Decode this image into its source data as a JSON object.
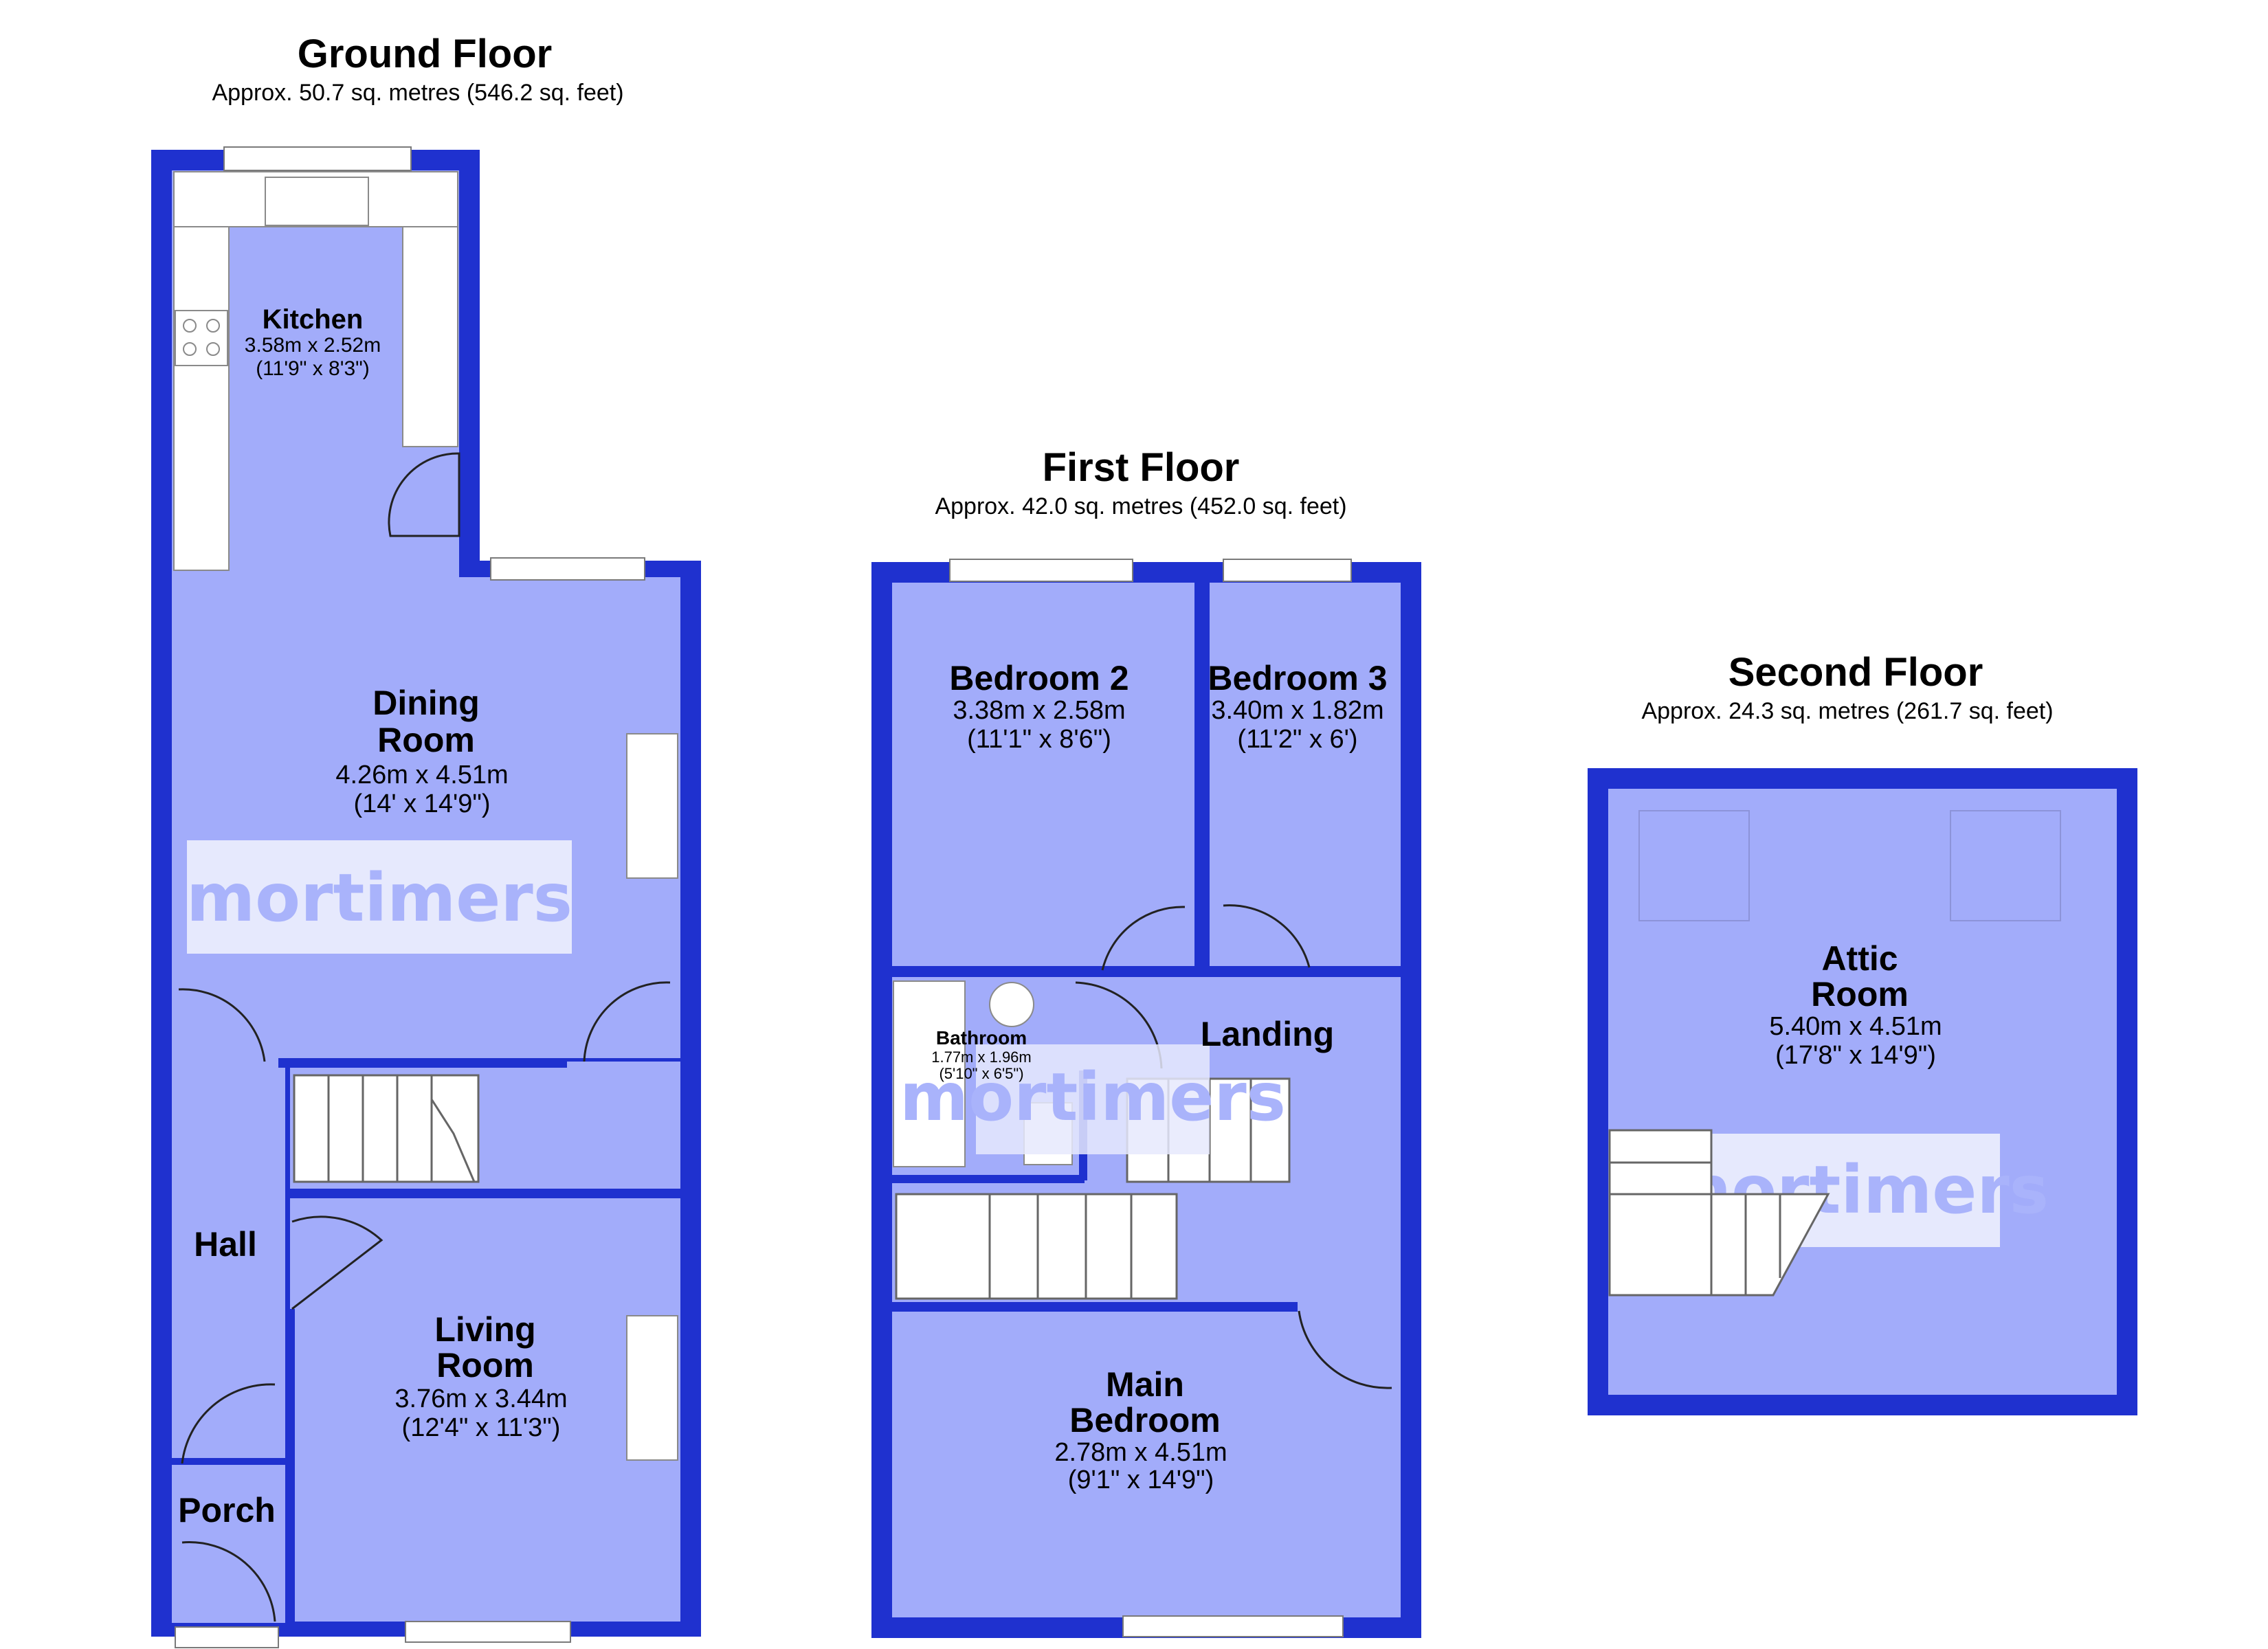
{
  "floors": {
    "ground": {
      "title": "Ground Floor",
      "area": "Approx. 50.7 sq. metres (546.2 sq. feet)",
      "rooms": {
        "kitchen": {
          "name": "Kitchen",
          "metric": "3.58m x 2.52m",
          "imperial": "(11'9\" x 8'3\")"
        },
        "dining": {
          "name_line1": "Dining",
          "name_line2": "Room",
          "metric": "4.26m x 4.51m",
          "imperial": "(14' x 14'9\")"
        },
        "hall": {
          "name": "Hall"
        },
        "living": {
          "name_line1": "Living",
          "name_line2": "Room",
          "metric": "3.76m x 3.44m",
          "imperial": "(12'4\" x 11'3\")"
        },
        "porch": {
          "name": "Porch"
        }
      }
    },
    "first": {
      "title": "First Floor",
      "area": "Approx. 42.0 sq. metres (452.0 sq. feet)",
      "rooms": {
        "bedroom2": {
          "name": "Bedroom 2",
          "metric": "3.38m x 2.58m",
          "imperial": "(11'1\" x 8'6\")"
        },
        "bedroom3": {
          "name": "Bedroom 3",
          "metric": "3.40m x 1.82m",
          "imperial": "(11'2\" x 6')"
        },
        "bathroom": {
          "name": "Bathroom",
          "metric": "1.77m x 1.96m",
          "imperial": "(5'10\" x 6'5\")"
        },
        "landing": {
          "name": "Landing"
        },
        "main_bedroom": {
          "name_line1": "Main",
          "name_line2": "Bedroom",
          "metric": "2.78m x 4.51m",
          "imperial": "(9'1\" x 14'9\")"
        }
      }
    },
    "second": {
      "title": "Second Floor",
      "area": "Approx. 24.3 sq. metres (261.7 sq. feet)",
      "rooms": {
        "attic": {
          "name_line1": "Attic",
          "name_line2": "Room",
          "metric": "5.40m x 4.51m",
          "imperial": "(17'8\" x 14'9\")"
        }
      }
    }
  },
  "watermark": {
    "ground": "mortimers",
    "first": "mortimers",
    "second": "mortimers"
  },
  "colors": {
    "wall": "#1f31cf",
    "room_fill": "#a2acfa",
    "watermark_box": "#e6e9fd",
    "watermark_text": "#a9b3fb"
  }
}
